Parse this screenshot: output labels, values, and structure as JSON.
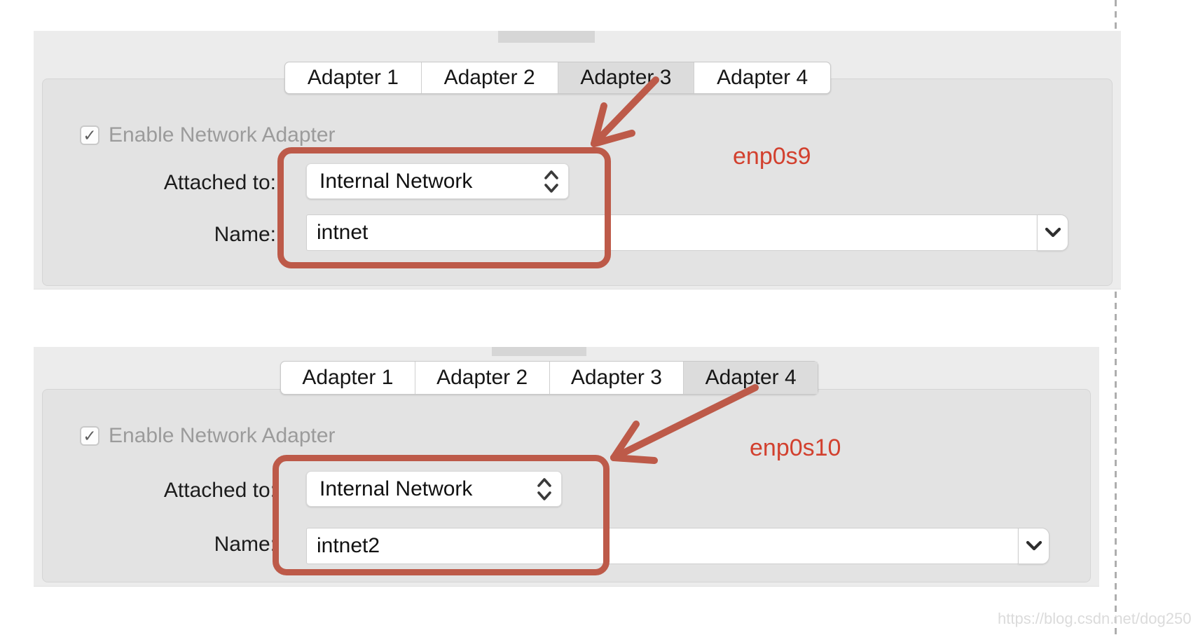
{
  "annotation_color": "#bd5a49",
  "annotation_text_color": "#d2402e",
  "icons": {
    "check": "✓"
  },
  "watermark": "https://blog.csdn.net/dog250",
  "panels": [
    {
      "tabs": [
        {
          "label": "Adapter 1",
          "selected": false
        },
        {
          "label": "Adapter 2",
          "selected": false
        },
        {
          "label": "Adapter 3",
          "selected": true
        },
        {
          "label": "Adapter 4",
          "selected": false
        }
      ],
      "enable": {
        "label": "Enable Network Adapter",
        "checked": true
      },
      "attached": {
        "label": "Attached to:",
        "value": "Internal Network"
      },
      "name": {
        "label": "Name:",
        "value": "intnet"
      },
      "annotation_label": "enp0s9"
    },
    {
      "tabs": [
        {
          "label": "Adapter 1",
          "selected": false
        },
        {
          "label": "Adapter 2",
          "selected": false
        },
        {
          "label": "Adapter 3",
          "selected": false
        },
        {
          "label": "Adapter 4",
          "selected": true
        }
      ],
      "enable": {
        "label": "Enable Network Adapter",
        "checked": true
      },
      "attached": {
        "label": "Attached to:",
        "value": "Internal Network"
      },
      "name": {
        "label": "Name:",
        "value": "intnet2"
      },
      "annotation_label": "enp0s10"
    }
  ]
}
